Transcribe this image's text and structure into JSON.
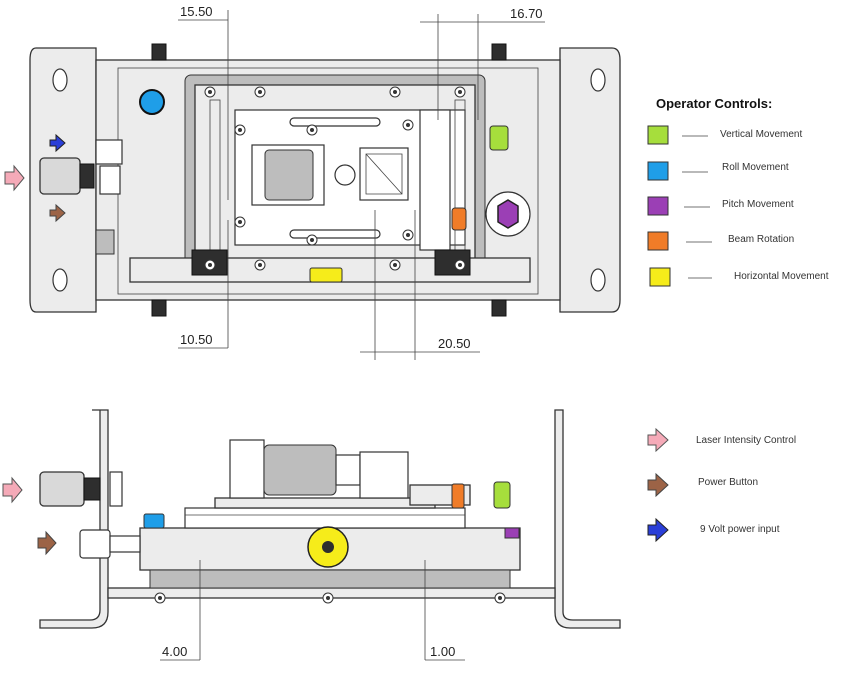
{
  "dimensions": {
    "top_left_upper": "15.50",
    "top_right_upper": "16.70",
    "top_left_lower": "10.50",
    "top_right_lower": "20.50",
    "side_left": "4.00",
    "side_right": "1.00"
  },
  "operator_controls": {
    "title": "Operator Controls:",
    "items": [
      {
        "label": "Vertical Movement",
        "color": "#a6de3c"
      },
      {
        "label": "Roll Movement",
        "color": "#1f9ee8"
      },
      {
        "label": "Pitch Movement",
        "color": "#9b3fb5"
      },
      {
        "label": "Beam Rotation",
        "color": "#f07c28"
      },
      {
        "label": "Horizontal Movement",
        "color": "#f6ec1a"
      }
    ]
  },
  "inputs_legend": {
    "items": [
      {
        "label": "Laser Intensity Control",
        "color": "#f5aab8",
        "icon": "pink-arrow-icon"
      },
      {
        "label": "Power Button",
        "color": "#9c6346",
        "icon": "brown-arrow-icon"
      },
      {
        "label": "9 Volt power input",
        "color": "#2a3fd8",
        "icon": "blue-arrow-icon"
      }
    ]
  }
}
